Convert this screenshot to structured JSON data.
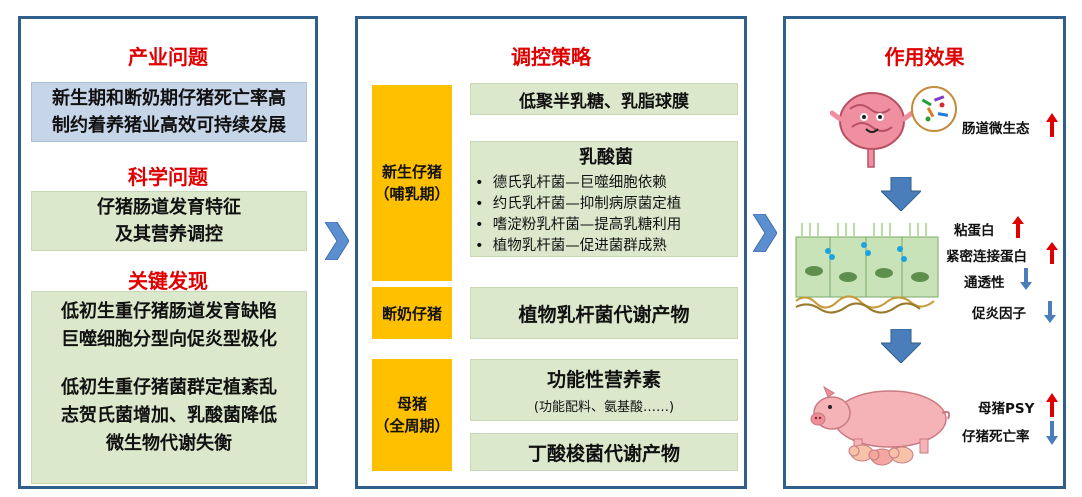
{
  "left": {
    "title_industry": "产业问题",
    "industry_lines": [
      "新生期和断奶期仔猪死亡率高",
      "制约着养猪业高效可持续发展"
    ],
    "title_science": "科学问题",
    "science_lines": [
      "仔猪肠道发育特征",
      "及其营养调控"
    ],
    "title_findings": "关键发现",
    "findings_a": [
      "低初生重仔猪肠道发育缺陷",
      "巨噬细胞分型向促炎型极化"
    ],
    "findings_b": [
      "低初生重仔猪菌群定植紊乱",
      "志贺氏菌增加、乳酸菌降低",
      "微生物代谢失衡"
    ]
  },
  "middle": {
    "title": "调控策略",
    "stage_newborn": [
      "新生仔猪",
      "（哺乳期）"
    ],
    "stage_weaning": "断奶仔猪",
    "stage_sow": [
      "母猪",
      "（全周期）"
    ],
    "oligo": "低聚半乳糖、乳脂球膜",
    "lab_title": "乳酸菌",
    "lab_items": [
      "德氏乳杆菌—巨噬细胞依赖",
      "约氏乳杆菌—抑制病原菌定植",
      "嗜淀粉乳杆菌—提高乳糖利用",
      "植物乳杆菌—促进菌群成熟"
    ],
    "plantarum_metab": "植物乳杆菌代谢产物",
    "nutrient_title": "功能性营养素",
    "nutrient_sub": "(功能配料、氨基酸……)",
    "butyrate": "丁酸梭菌代谢产物"
  },
  "right": {
    "title": "作用效果",
    "microecology": "肠道微生态",
    "mucin": "粘蛋白",
    "tight_junction": "紧密连接蛋白",
    "permeability": "通透性",
    "proinflammatory": "促炎因子",
    "sow_psy": "母猪PSY",
    "piglet_mortality": "仔猪死亡率"
  },
  "colors": {
    "border": "#2f5f8a",
    "title_red": "#e00000",
    "green_box": "#dbe8cc",
    "blue_box": "#c7d5e9",
    "gold_box": "#ffc000",
    "arrow_blue": "#4a7ebb",
    "up_red": "#e00000",
    "down_blue": "#4a7ebb"
  }
}
